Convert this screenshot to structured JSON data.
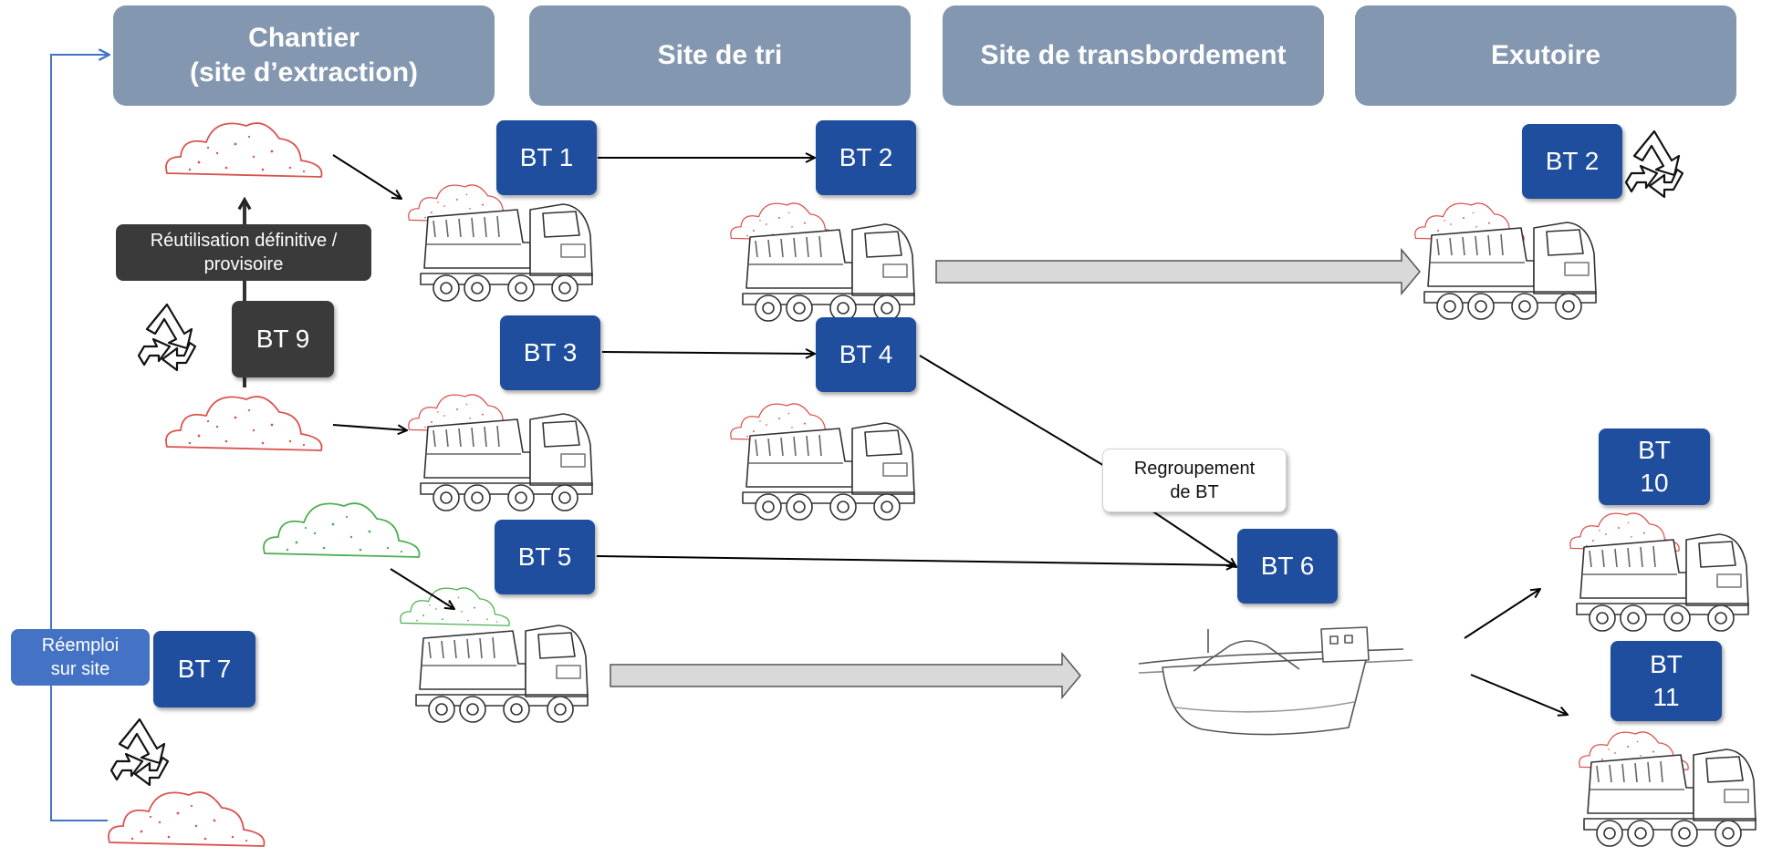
{
  "headers": {
    "chantier": "Chantier\n(site d’extraction)",
    "site_tri": "Site de tri",
    "transbordement": "Site de transbordement",
    "exutoire": "Exutoire"
  },
  "badges": {
    "bt1": "BT 1",
    "bt2_tri": "BT 2",
    "bt2_exutoire": "BT 2",
    "bt3": "BT 3",
    "bt4": "BT 4",
    "bt5": "BT 5",
    "bt6": "BT 6",
    "bt7": "BT 7",
    "bt9": "BT 9",
    "bt10": "BT\n10",
    "bt11": "BT\n11"
  },
  "notes": {
    "reutilisation": "Réutilisation définitive / provisoire",
    "regroupement": "Regroupement\nde BT",
    "reemploi": "Réemploi\nsur site"
  },
  "colors": {
    "header": "#8497B0",
    "badge": "#1F4E9E",
    "dark_badge": "#3A3A3A",
    "reemploi": "#4472C4",
    "soil_red": "#D9534F",
    "soil_green": "#4CAF50",
    "transfer_arrow": "#D9D9D9"
  },
  "icons": [
    "soil-pile-icon",
    "dump-truck-icon",
    "recycle-icon",
    "barge-icon"
  ]
}
